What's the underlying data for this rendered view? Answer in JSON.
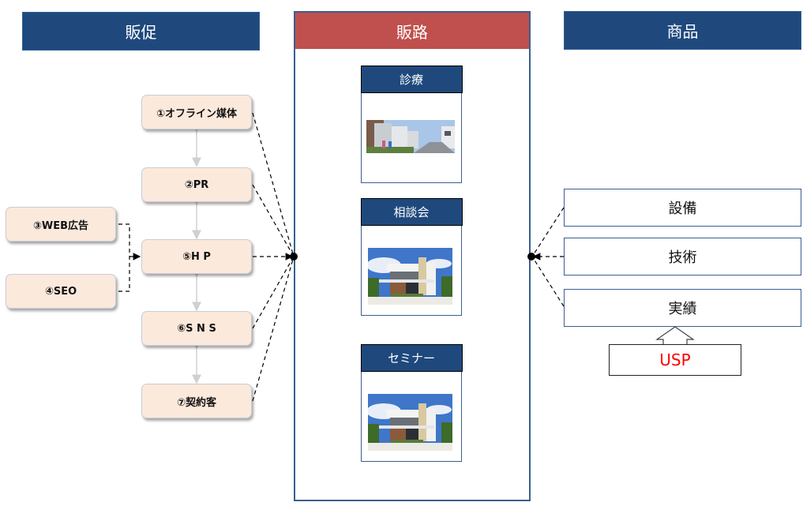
{
  "headers": {
    "promotion": "販促",
    "channel": "販路",
    "product": "商品"
  },
  "promotion_nodes": [
    {
      "id": "offline",
      "label": "①オフライン媒体"
    },
    {
      "id": "pr",
      "label": "②PR"
    },
    {
      "id": "web-ad",
      "label": "③WEB広告"
    },
    {
      "id": "seo",
      "label": "④SEO"
    },
    {
      "id": "hp",
      "label": "⑤H P"
    },
    {
      "id": "sns",
      "label": "⑥S N S"
    },
    {
      "id": "customer",
      "label": "⑦契約客"
    }
  ],
  "channels": [
    {
      "label": "診療",
      "image": "street-of-model-houses-photo"
    },
    {
      "label": "相談会",
      "image": "modern-house-photo"
    },
    {
      "label": "セミナー",
      "image": "modern-house-photo"
    }
  ],
  "products": [
    {
      "label": "設備"
    },
    {
      "label": "技術"
    },
    {
      "label": "実績"
    }
  ],
  "usp": {
    "label": "USP",
    "color": "#ff0000"
  },
  "colors": {
    "header_blue": "#1f497d",
    "header_red": "#c0504d",
    "node_fill": "#fbe9dc",
    "border_blue": "#3a5f8f"
  }
}
